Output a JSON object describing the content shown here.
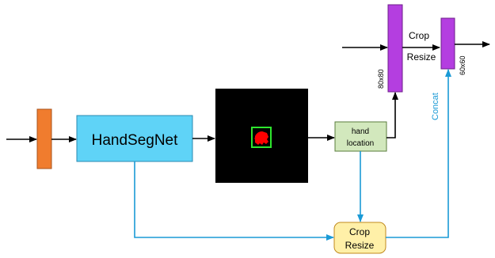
{
  "nodes": {
    "handsegnet": {
      "label": "HandSegNet",
      "fill": "#5fd3f7",
      "stroke": "#2a8ab0"
    },
    "input_bar": {
      "fill": "#f07c2e",
      "stroke": "#a9531c"
    },
    "mask_image": {
      "fill": "#000000",
      "highlight": "#ff0000",
      "box": "#2ee62e"
    },
    "hand_location": {
      "line1": "hand",
      "line2": "location",
      "fill": "#d2e8bd",
      "stroke": "#5a7d3c"
    },
    "crop_resize_box": {
      "line1": "Crop",
      "line2": "Resize",
      "fill": "#fff0a8",
      "stroke": "#c08a1e"
    },
    "bar_80": {
      "label": "80x80",
      "fill": "#b43ee0",
      "stroke": "#6d1f8a"
    },
    "bar_60": {
      "label": "60x60",
      "fill": "#b43ee0",
      "stroke": "#6d1f8a"
    }
  },
  "labels": {
    "crop": "Crop",
    "resize": "Resize",
    "concat": "Concat"
  },
  "colors": {
    "arrow_black": "#000000",
    "arrow_blue": "#1a9ad6",
    "concat_text": "#1a9ad6"
  }
}
